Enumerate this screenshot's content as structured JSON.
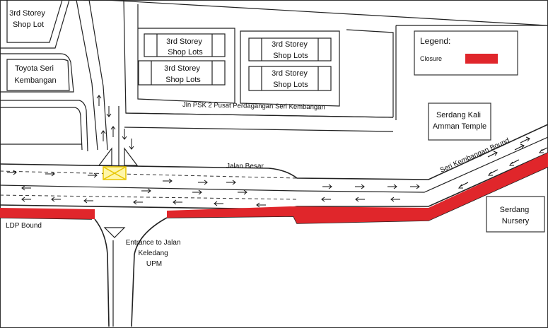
{
  "map": {
    "labels": {
      "shop_lot_a": [
        "3rd Storey",
        "Shop Lot"
      ],
      "toyota": [
        "Toyota Seri",
        "Kembangan"
      ],
      "shop_lots_1": [
        "3rd Storey",
        "Shop Lots"
      ],
      "shop_lots_2": [
        "3rd Storey",
        "Shop Lots"
      ],
      "shop_lots_3": [
        "3rd Storey",
        "Shop Lots"
      ],
      "shop_lots_4": [
        "3rd Storey",
        "Shop Lots"
      ],
      "jln_psk": "Jln PSK 2 Pusat Perdagangan Seri Kembangan",
      "jalan_besar": "Jalan Besar",
      "temple": [
        "Serdang Kali",
        "Amman Temple"
      ],
      "seri_bound": "Seri Kembangan Bound",
      "ldp_bound": "LDP Bound",
      "entrance": [
        "Entrance to Jalan",
        "Keledang",
        "UPM"
      ],
      "nursery": [
        "Serdang",
        "Nursery"
      ]
    },
    "legend": {
      "title": "Legend:",
      "items": [
        {
          "label": "Closure",
          "color": "#e0262b"
        }
      ]
    },
    "colors": {
      "closure": "#e0262b",
      "marker_fill": "#fff6a8",
      "marker_stroke": "#e6c400"
    }
  }
}
